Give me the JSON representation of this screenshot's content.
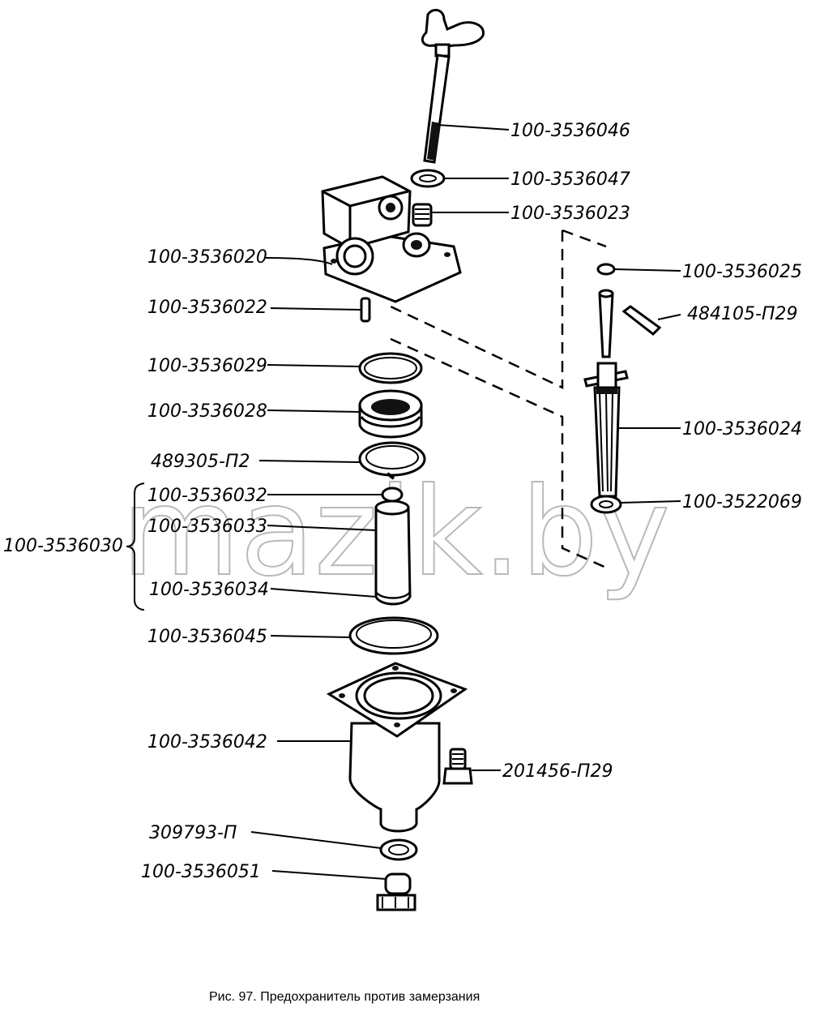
{
  "watermark": "mazik.by",
  "caption": "Рис. 97. Предохранитель против замерзания",
  "labels": {
    "p3536046": "100-3536046",
    "p3536047": "100-3536047",
    "p3536023": "100-3536023",
    "p3536020": "100-3536020",
    "p3536025": "100-3536025",
    "p484105": "484105-П29",
    "p3536022": "100-3536022",
    "p3536029": "100-3536029",
    "p3536028": "100-3536028",
    "p3536024": "100-3536024",
    "p489305": "489305-П2",
    "p3536032": "100-3536032",
    "p3522069": "100-3522069",
    "p3536033": "100-3536033",
    "p3536030": "100-3536030",
    "p3536034": "100-3536034",
    "p3536045": "100-3536045",
    "p3536042": "100-3536042",
    "p201456": "201456-П29",
    "p309793": "309793-П",
    "p3536051": "100-3536051"
  },
  "colors": {
    "line": "#000000",
    "background": "#ffffff",
    "watermark_outline": "#b9b9b9"
  }
}
